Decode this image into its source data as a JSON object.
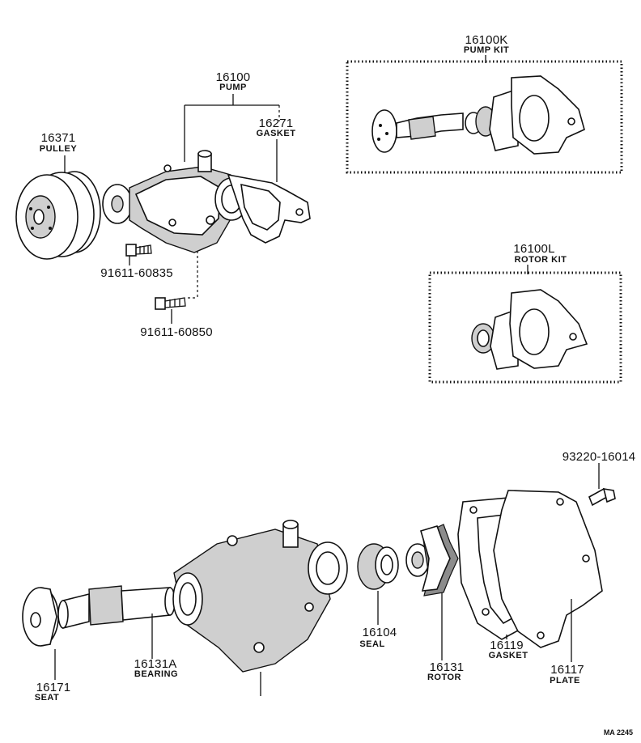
{
  "diagram": {
    "code": "MA 2245",
    "parts": {
      "p16100": {
        "number": "16100",
        "name": "PUMP"
      },
      "p16271": {
        "number": "16271",
        "name": "GASKET"
      },
      "p16371": {
        "number": "16371",
        "name": "PULLEY"
      },
      "p16100K": {
        "number": "16100K",
        "name": "PUMP KIT"
      },
      "p16100L": {
        "number": "16100L",
        "name": "ROTOR KIT"
      },
      "b1": {
        "number": "91611-60835"
      },
      "b2": {
        "number": "91611-60850"
      },
      "b3": {
        "number": "93220-16014"
      },
      "p16104": {
        "number": "16104",
        "name": "SEAL"
      },
      "p16131": {
        "number": "16131",
        "name": "ROTOR"
      },
      "p16119": {
        "number": "16119",
        "name": "GASKET"
      },
      "p16117": {
        "number": "16117",
        "name": "PLATE"
      },
      "p16131A": {
        "number": "16131A",
        "name": "BEARING"
      },
      "p16171": {
        "number": "16171",
        "name": "SEAT"
      }
    }
  }
}
